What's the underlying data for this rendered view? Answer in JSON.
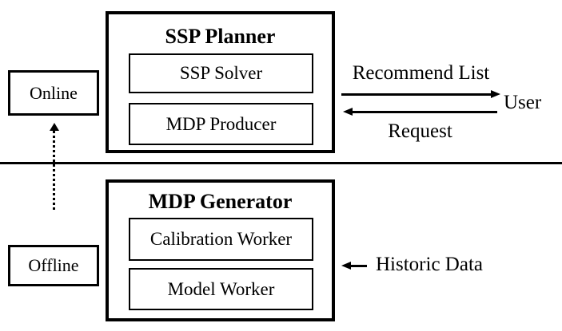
{
  "diagram": {
    "colors": {
      "stroke": "#000000",
      "background": "#ffffff"
    },
    "sections": {
      "online_label": "Online",
      "offline_label": "Offline"
    },
    "ssp_planner": {
      "title": "SSP Planner",
      "modules": [
        "SSP Solver",
        "MDP Producer"
      ]
    },
    "mdp_generator": {
      "title": "MDP Generator",
      "modules": [
        "Calibration Worker",
        "Model Worker"
      ]
    },
    "flows": {
      "recommend_list_label": "Recommend List",
      "request_label": "Request",
      "user_label": "User",
      "historic_data_label": "Historic Data"
    }
  }
}
